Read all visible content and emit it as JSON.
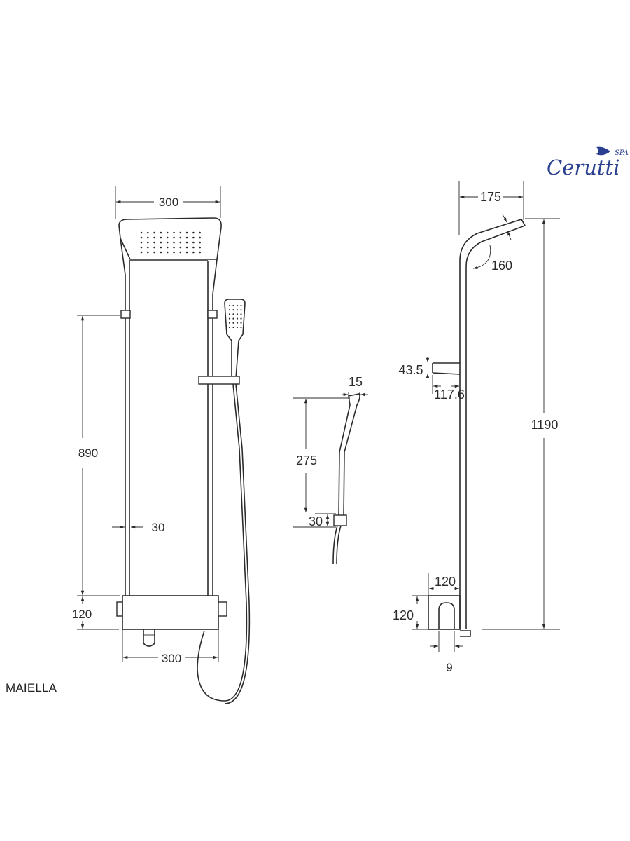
{
  "brand": {
    "name": "Cerutti",
    "suffix": "SPA",
    "color": "#2a3f8f",
    "icon": "fish-icon"
  },
  "model_name": "MAIELLA",
  "dimensions": {
    "front_top_width": "300",
    "front_height": "890",
    "front_side_offset": "30",
    "front_bottom_height": "120",
    "front_bottom_width": "300",
    "handshower_tip": "15",
    "handshower_length": "275",
    "handshower_holder": "30",
    "side_arm_reach": "175",
    "side_arm_angle": "160",
    "side_soap_height": "43.5",
    "side_soap_depth": "117.6",
    "side_total_height": "1190",
    "side_base_depth": "120",
    "side_base_height": "120",
    "side_outlet_offset": "9"
  }
}
